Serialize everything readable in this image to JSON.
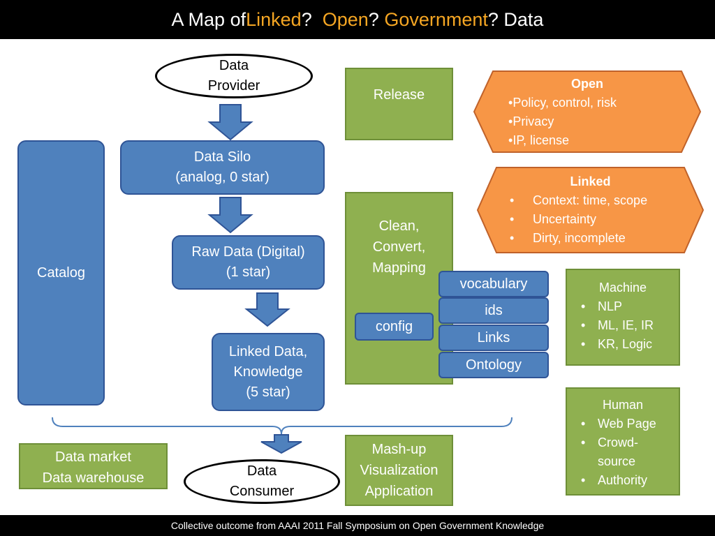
{
  "title": {
    "part1": "A Map of ",
    "linked": "Linked",
    "q1": "?  ",
    "open": "Open",
    "q2": "? ",
    "government": "Government",
    "q3": "? Data"
  },
  "footer": "Collective outcome from AAAI 2011 Fall Symposium on Open Government Knowledge",
  "nodes": {
    "data_provider": [
      "Data",
      "Provider"
    ],
    "data_silo": [
      "Data Silo",
      "(analog, 0 star)"
    ],
    "raw_data": [
      "Raw Data (Digital)",
      "(1 star)"
    ],
    "linked_data": [
      "Linked Data,",
      "Knowledge",
      "(5 star)"
    ],
    "catalog": "Catalog",
    "release": "Release",
    "clean": [
      "Clean,",
      "Convert,",
      "Mapping"
    ],
    "vocabulary": "vocabulary",
    "ids": "ids",
    "links": "Links",
    "ontology": "Ontology",
    "config": "config",
    "data_market": [
      "Data market",
      "Data warehouse"
    ],
    "data_consumer": [
      "Data",
      "Consumer"
    ],
    "mashup": [
      "Mash-up",
      "Visualization",
      "Application"
    ]
  },
  "open": {
    "heading": "Open",
    "items": [
      "Policy, control, risk",
      "Privacy",
      "IP, license"
    ]
  },
  "linked": {
    "heading": "Linked",
    "items": [
      "Context: time, scope",
      "Uncertainty",
      "Dirty, incomplete"
    ]
  },
  "machine": {
    "heading": "Machine",
    "items": [
      "NLP",
      "ML, IE, IR",
      "KR, Logic"
    ]
  },
  "human": {
    "heading": "Human",
    "items": [
      "Web Page",
      "Crowd-",
      "source",
      "Authority"
    ]
  },
  "colors": {
    "blue": "#4f81bd",
    "green": "#8fb050",
    "orange": "#f79646",
    "title_highlight": "#f5a623"
  }
}
